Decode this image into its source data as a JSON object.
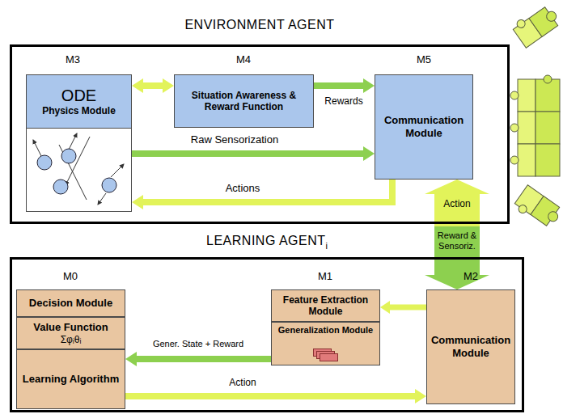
{
  "diagram": {
    "nodes": [
      {
        "text": [
          "ENVIRONMENT AGENT"
        ]
      },
      {
        "text": [
          "ODE",
          "Physics Module"
        ],
        "in": 0
      },
      {
        "text": [
          "Situation Awareness & Reward Function"
        ],
        "in": 0
      },
      {
        "text": [
          "Communication Module"
        ],
        "in": 0
      },
      {
        "text": [
          "LEARNING AGENT",
          "i"
        ]
      },
      {
        "text": [
          "Decision Module"
        ],
        "in": 4
      },
      {
        "text": [
          "Value Function",
          "Σφᵢθᵢ"
        ],
        "in": 4
      },
      {
        "text": [
          "Learning Algorithm"
        ],
        "in": 4
      },
      {
        "text": [
          "Feature Extraction Module"
        ],
        "in": 4
      },
      {
        "text": [
          "Generalization Module"
        ],
        "in": 4
      },
      {
        "text": [
          "Communication Module"
        ],
        "in": 4
      }
    ],
    "edges": [
      {
        "from": 1,
        "to": 2,
        "arrow": "both"
      },
      {
        "from": 2,
        "to": 3,
        "label": "Rewards",
        "arrow": "to"
      },
      {
        "from": 1,
        "to": 3,
        "label": "Raw Sensorization",
        "arrow": "to"
      },
      {
        "from": 3,
        "to": 1,
        "label": "Actions",
        "arrow": "to"
      },
      {
        "from": 10,
        "to": 3,
        "label": "Action",
        "arrow": "to"
      },
      {
        "from": 3,
        "to": 10,
        "label": "Reward & Sensoriz.",
        "arrow": "to"
      },
      {
        "from": 10,
        "to": 8,
        "arrow": "to"
      },
      {
        "from": 9,
        "to": 7,
        "label": "Gener. State + Reward",
        "arrow": "to"
      },
      {
        "from": 7,
        "to": 10,
        "label": "Action",
        "arrow": "to"
      }
    ],
    "labels": [
      "M3",
      "M4",
      "M5",
      "M0",
      "M1",
      "M2"
    ]
  }
}
